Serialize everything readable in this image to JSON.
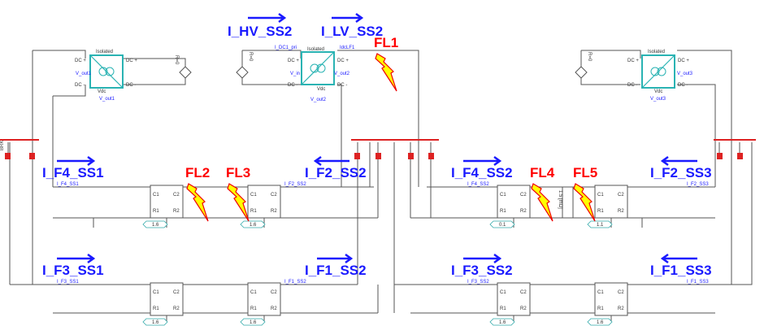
{
  "current_labels": {
    "hv_ss2": "I_HV_SS2",
    "lv_ss2": "I_LV_SS2",
    "f4_ss1": "I_F4_SS1",
    "f3_ss1": "I_F3_SS1",
    "f2_ss2": "I_F2_SS2",
    "f1_ss2": "I_F1_SS2",
    "f4_ss2": "I_F4_SS2",
    "f3_ss2": "I_F3_SS2",
    "f2_ss3": "I_F2_SS3",
    "f1_ss3": "I_F1_SS3"
  },
  "faults": [
    "FL1",
    "FL2",
    "FL3",
    "FL4",
    "FL5"
  ],
  "converters": [
    {
      "title": "Isolated",
      "dc_in_pos": "DC +",
      "dc_in_neg": "DC -",
      "dc_out_pos": "DC +",
      "dc_out_neg": "DC -",
      "vin": "V_out1",
      "vdc": "Vdc",
      "vout": "V_out1"
    },
    {
      "title": "Isolated",
      "dc_in_pos": "DC +",
      "dc_in_neg": "DC -",
      "dc_out_pos": "DC +",
      "dc_out_neg": "DC -",
      "vin": "V_in",
      "vdc": "Vdc",
      "vout": "V_out2",
      "vout_side": "V_out2",
      "meter_in": "I_DC1_pri",
      "meter_out": "IdcLF1"
    },
    {
      "title": "Isolated",
      "dc_in_pos": "DC +",
      "dc_in_neg": "DC -",
      "dc_out_pos": "DC +",
      "dc_out_neg": "DC -",
      "vin": "V_out3",
      "vdc": "Vdc",
      "vout": "V_out3"
    }
  ],
  "source_label": "R=0",
  "cable_pins": {
    "c1": "C1",
    "c2": "C2",
    "r1": "R1",
    "r2": "R2"
  },
  "small_meters": {
    "f4_ss1": "I_F4_SS1",
    "f3_ss1": "I_F3_SS1",
    "f2_ss2": "I_F2_SS2",
    "f1_ss2": "I_F1_SS2",
    "f4_ss2": "I_F4_SS2",
    "f3_ss2": "I_F3_SS2",
    "f2_ss3": "I_F2_SS3",
    "f1_ss3": "I_F1_SS3"
  },
  "cable_lengths": {
    "top": [
      "1.6",
      "1.6",
      "0.1",
      "1.1"
    ],
    "bottom": [
      "1.6",
      "1.6",
      "1.6",
      "1.6"
    ]
  },
  "fault_resistor": "1.5 [mΩ]",
  "breaker_label": "BRK",
  "colors": {
    "label": "#1a1aff",
    "fault": "#ff0000",
    "converter": "#2ab3b3",
    "bus": "#dd2222"
  }
}
